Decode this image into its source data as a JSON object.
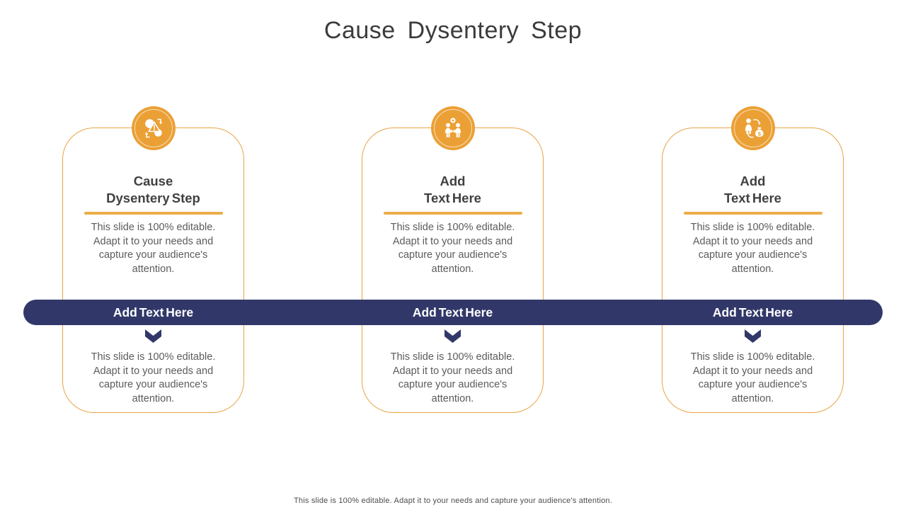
{
  "slide": {
    "title": "Cause Dysentery Step",
    "footer": "This slide is 100% editable. Adapt it to your needs and capture your audience's attention."
  },
  "colors": {
    "accent_orange": "#EBA036",
    "gold_border": "#E8A548",
    "gold_underline": "#EDAD49",
    "navy_band": "#313869",
    "heading_text": "#414141",
    "body_text": "#5B5B5B"
  },
  "cards": [
    {
      "icon": "process-warning-icon",
      "heading_line1": "Cause",
      "heading_line2": "Dysentery Step",
      "body_top": "This slide is 100% editable. Adapt it to your needs and capture your audience's attention.",
      "band_label": "Add Text Here",
      "body_bottom": "This slide is 100% editable. Adapt it to your needs and capture your audience's attention."
    },
    {
      "icon": "meeting-people-icon",
      "heading_line1": "Add",
      "heading_line2": "Text Here",
      "body_top": "This slide is 100% editable. Adapt it to your needs and capture your audience's attention.",
      "band_label": "Add Text Here",
      "body_bottom": "This slide is 100% editable. Adapt it to your needs and capture your audience's attention."
    },
    {
      "icon": "person-money-icon",
      "heading_line1": "Add",
      "heading_line2": "Text Here",
      "body_top": "This slide is 100% editable. Adapt it to your needs and capture your audience's attention.",
      "band_label": "Add Text Here",
      "body_bottom": "This slide is 100% editable. Adapt it to your needs and capture your audience's attention."
    }
  ]
}
